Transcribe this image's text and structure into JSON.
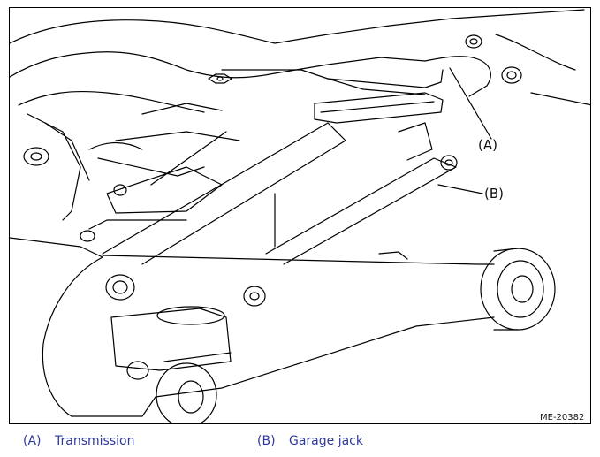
{
  "figure": {
    "callouts": [
      {
        "id": "A",
        "text": "(A)"
      },
      {
        "id": "B",
        "text": "(B)"
      }
    ],
    "figure_id": "ME-20382"
  },
  "legend": {
    "items": [
      {
        "key": "(A)",
        "label": "Transmission"
      },
      {
        "key": "(B)",
        "label": "Garage jack"
      }
    ]
  },
  "colors": {
    "legend_text": "#2f3a9e",
    "line_art": "#000000",
    "background": "#ffffff"
  }
}
